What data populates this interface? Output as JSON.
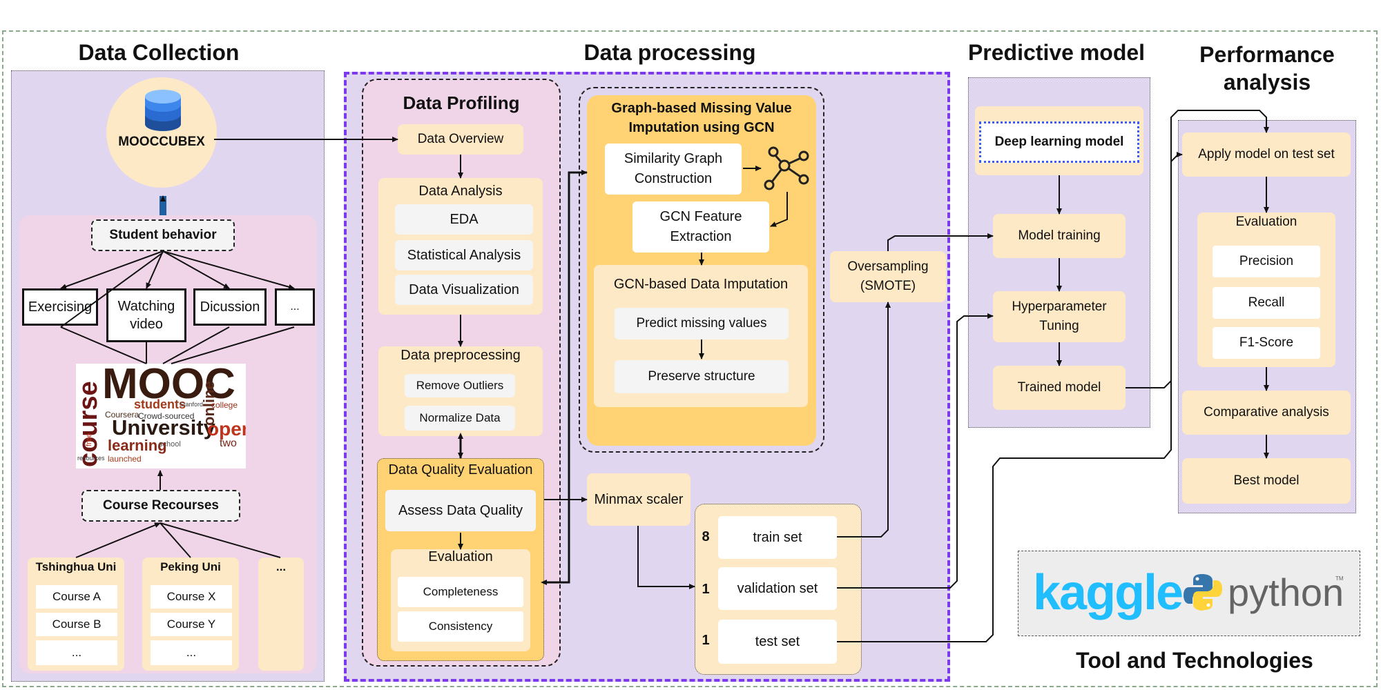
{
  "sections": {
    "data_collection": "Data Collection",
    "data_processing": "Data processing",
    "predictive_model": "Predictive model",
    "performance_analysis": "Performance analysis",
    "tools": "Tool and Technologies"
  },
  "collection": {
    "database": "MOOCCUBEX",
    "student_behavior": "Student behavior",
    "behaviors": [
      "Exercising",
      "Watching video",
      "Dicussion",
      "..."
    ],
    "course_resources": "Course Recourses",
    "universities": [
      {
        "name": "Tshinghua Uni",
        "courses": [
          "Course A",
          "Course B",
          "..."
        ]
      },
      {
        "name": "Peking Uni",
        "courses": [
          "Course X",
          "Course Y",
          "..."
        ]
      },
      {
        "name": "...",
        "courses": []
      }
    ],
    "wordcloud": [
      "MOOC",
      "course",
      "University",
      "students",
      "online",
      "open",
      "learning",
      "Coursera",
      "Crowd-sourced",
      "college",
      "free",
      "two",
      "launched",
      "resources",
      "school",
      "Stanford"
    ]
  },
  "profiling": {
    "title": "Data Profiling",
    "overview": "Data Overview",
    "analysis": {
      "title": "Data Analysis",
      "items": [
        "EDA",
        "Statistical Analysis",
        "Data Visualization"
      ]
    },
    "preprocessing": {
      "title": "Data preprocessing",
      "items": [
        "Remove Outliers",
        "Normalize Data"
      ]
    },
    "quality": {
      "title": "Data Quality Evaluation",
      "assess": "Assess Data Quality",
      "evaluation": "Evaluation",
      "items": [
        "Completeness",
        "Consistency"
      ]
    }
  },
  "gcn": {
    "title": "Graph-based Missing Value Imputation using GCN",
    "similarity": "Similarity Graph Construction",
    "feature": "GCN Feature Extraction",
    "imputation": {
      "title": "GCN-based Data Imputation",
      "items": [
        "Predict missing values",
        "Preserve structure"
      ]
    }
  },
  "scaler": "Minmax scaler",
  "oversampling": "Oversampling (SMOTE)",
  "splits": [
    {
      "ratio": "8",
      "label": "train set"
    },
    {
      "ratio": "1",
      "label": "validation set"
    },
    {
      "ratio": "1",
      "label": "test set"
    }
  ],
  "model": {
    "deep": "Deep learning model",
    "training": "Model training",
    "tuning": "Hyperparameter Tuning",
    "trained": "Trained model"
  },
  "performance": {
    "apply": "Apply model on test set",
    "evaluation": "Evaluation",
    "metrics": [
      "Precision",
      "Recall",
      "F1-Score"
    ],
    "comparative": "Comparative analysis",
    "best": "Best model"
  },
  "tools": {
    "kaggle": "kaggle",
    "python": "python",
    "tm": "TM"
  },
  "colors": {
    "panel": "#e0d6ef",
    "pink": "#f0d4e8",
    "yellow": "#fde9c5",
    "orange": "#ffd374",
    "dashed_purple": "#7c3aed",
    "outer_green": "#8aa88a",
    "kaggle": "#20beff",
    "python_blue": "#3776ab",
    "python_yellow": "#ffd43b"
  }
}
